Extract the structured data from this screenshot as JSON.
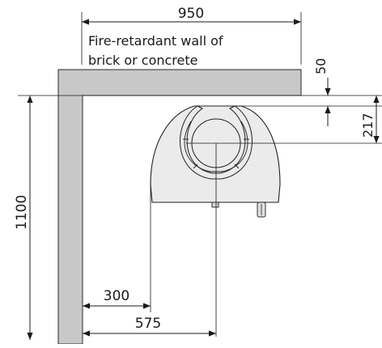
{
  "labels": {
    "wall_description_line1": "Fire-retardant wall of",
    "wall_description_line2": "brick or concrete"
  },
  "dimensions": {
    "top_width": "950",
    "wall_gap": "50",
    "center_from_wall": "217",
    "wall_height": "1100",
    "side_clearance": "300",
    "center_distance": "575"
  },
  "colors": {
    "wall_fill": "#c8c8c8",
    "stove_fill": "#ebebeb",
    "stove_outline": "#1f1f1f",
    "dimension_line": "#1a1a1a"
  }
}
